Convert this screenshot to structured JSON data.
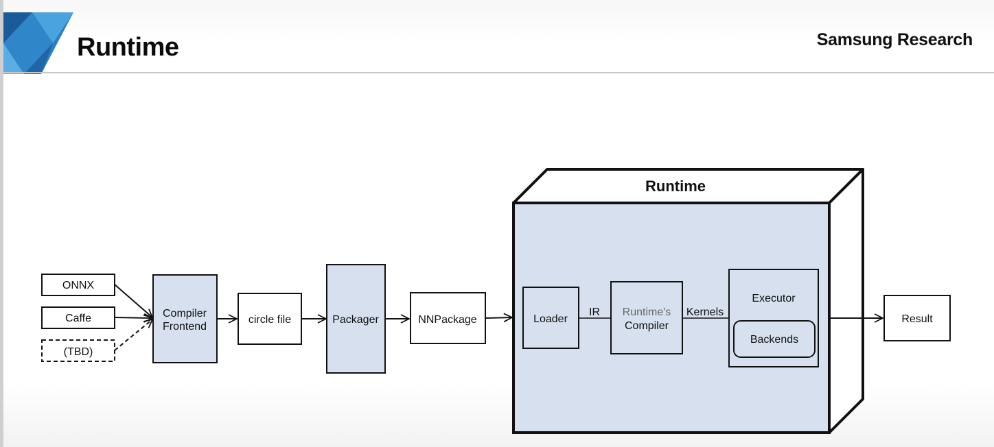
{
  "slide": {
    "title": "Runtime",
    "brand": "Samsung Research"
  },
  "colors": {
    "box_fill_blue": "#d6e0ee",
    "box_fill_white": "#ffffff",
    "stroke": "#111111",
    "logo_dark": "#1c6fb3",
    "logo_light": "#3a9ad9"
  },
  "diagram": {
    "inputs": {
      "onnx": "ONNX",
      "caffe": "Caffe",
      "tbd": "(TBD)"
    },
    "compiler_frontend": {
      "line1": "Compiler",
      "line2": "Frontend"
    },
    "circle_file": "circle file",
    "packager": "Packager",
    "nnpackage": "NNPackage",
    "runtime": {
      "title": "Runtime",
      "loader": "Loader",
      "ir_label": "IR",
      "compiler": {
        "line1": "Runtime's",
        "line2": "Compiler"
      },
      "kernels_label": "Kernels",
      "executor": "Executor",
      "backends": "Backends"
    },
    "result": "Result"
  }
}
